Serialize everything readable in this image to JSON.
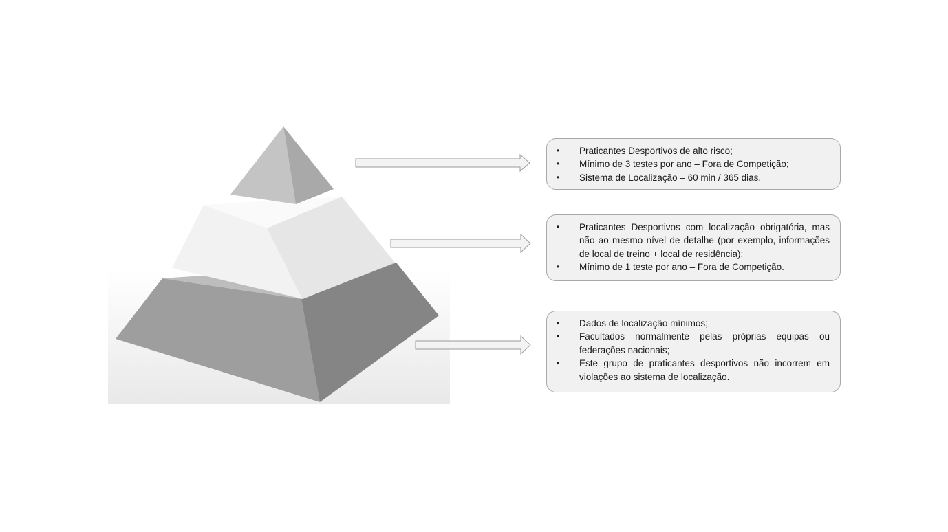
{
  "tiers": [
    {
      "id": "top",
      "items": [
        "Praticantes Desportivos de alto risco;",
        "Mínimo de 3 testes por ano – Fora de Competição;",
        "Sistema de Localização – 60 min / 365 dias."
      ]
    },
    {
      "id": "middle",
      "items": [
        "Praticantes Desportivos com localização obrigatória, mas não ao mesmo nível de detalhe (por exemplo, informações de local de treino + local de residência);",
        "Mínimo de 1 teste por ano – Fora de Competição."
      ]
    },
    {
      "id": "bottom",
      "items": [
        "Dados de localização mínimos;",
        "Facultados normalmente pelas próprias equipas ou federações nacionais;",
        "Este grupo de praticantes desportivos não incorrem em violações ao sistema de localização."
      ]
    }
  ],
  "colors": {
    "box_fill": "#f1f1f1",
    "box_border": "#a9a9a9",
    "arrow_fill": "#f3f3f3",
    "arrow_stroke": "#9a9a9a"
  }
}
